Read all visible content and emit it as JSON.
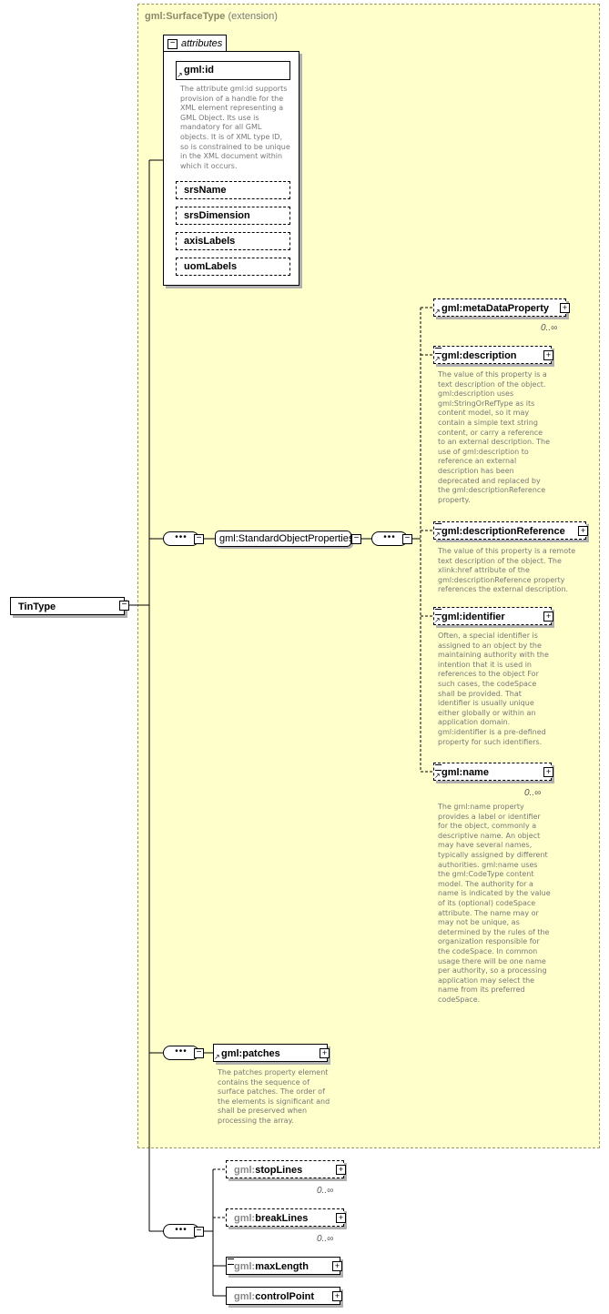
{
  "ext_title": "gml:SurfaceType",
  "ext_suffix": "(extension)",
  "root": "TinType",
  "attributes": {
    "tab_label": "attributes",
    "id_label": "gml:id",
    "id_doc": "The attribute gml:id supports provision of a handle for the XML element representing a GML Object. Its use is mandatory for all GML objects. It is of XML type ID, so is constrained to be unique in the XML document within which it occurs.",
    "items": [
      "srsName",
      "srsDimension",
      "axisLabels",
      "uomLabels"
    ]
  },
  "group_label": "gml:StandardObjectProperties",
  "elements": {
    "metaDataProperty": {
      "label": "gml:metaDataProperty",
      "card": "0..∞"
    },
    "description": {
      "label": "gml:description",
      "doc": "The value of this property is a text description of the object. gml:description uses gml:StringOrRefType as its content model, so it may contain a simple text string content, or carry a reference to an external description. The use of gml:description to reference an external description has been deprecated and replaced by the gml:descriptionReference property."
    },
    "descriptionReference": {
      "label": "gml:descriptionReference",
      "doc": "The value of this property is a remote text description of the object. The xlink:href attribute of the gml:descriptionReference property references the external description."
    },
    "identifier": {
      "label": "gml:identifier",
      "doc": "Often, a special identifier is assigned to an object by the maintaining authority with the intention that it is used in references to the object For such cases, the codeSpace shall be provided. That identifier is usually unique either globally or within an application domain. gml:identifier is a pre-defined property for such identifiers."
    },
    "name": {
      "label": "gml:name",
      "card": "0..∞",
      "doc": "The gml:name property provides a label or identifier for the object, commonly a descriptive name. An object may have several names, typically assigned by different authorities. gml:name uses the gml:CodeType content model. The authority for a name is indicated by the value of its (optional) codeSpace attribute. The name may or may not be unique, as determined by the rules of the organization responsible for the codeSpace. In common usage there will be one name per authority, so a processing application may select the name from its preferred codeSpace."
    },
    "patches": {
      "label": "gml:patches",
      "doc": "The patches property element contains the sequence of surface patches. The order of the elements is significant and shall be preserved when processing the array."
    }
  },
  "tin": {
    "prefix": "gml:",
    "stopLines": {
      "name": "stopLines",
      "card": "0..∞"
    },
    "breakLines": {
      "name": "breakLines",
      "card": "0..∞"
    },
    "maxLength": {
      "name": "maxLength"
    },
    "controlPoint": {
      "name": "controlPoint"
    }
  }
}
